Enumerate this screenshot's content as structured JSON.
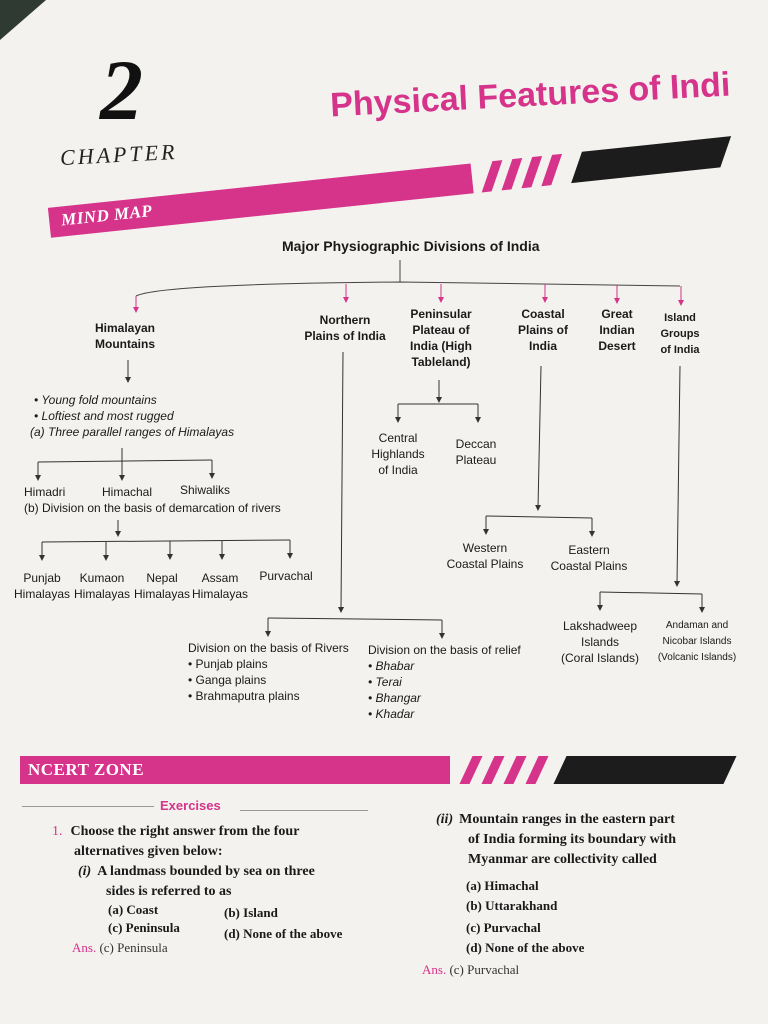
{
  "chapter": {
    "number": "2",
    "word": "CHAPTER",
    "title": "Physical Features of Indi"
  },
  "mind_map": {
    "label": "MIND MAP",
    "title": "Major Physiographic Divisions of India",
    "himalaya": {
      "heading_1": "Himalayan",
      "heading_2": "Mountains",
      "points": [
        "Young fold mountains",
        "Loftiest and most rugged"
      ],
      "ranges_caption": "(a) Three parallel ranges of Himalayas",
      "ranges": [
        "Himadri",
        "Himachal",
        "Shiwaliks"
      ],
      "division_caption": "(b) Division on the basis of demarcation of rivers",
      "divisions": [
        {
          "name": "Punjab",
          "sub": "Himalayas"
        },
        {
          "name": "Kumaon",
          "sub": "Himalayas"
        },
        {
          "name": "Nepal",
          "sub": "Himalayas"
        },
        {
          "name": "Assam",
          "sub": "Himalayas"
        },
        {
          "name": "Purvachal",
          "sub": ""
        }
      ]
    },
    "northern": {
      "heading_1": "Northern",
      "heading_2": "Plains of India",
      "rivers_caption": "Division on the basis of Rivers",
      "rivers": [
        "Punjab plains",
        "Ganga plains",
        "Brahmaputra plains"
      ],
      "relief_caption": "Division on the basis of relief",
      "relief": [
        "Bhabar",
        "Terai",
        "Bhangar",
        "Khadar"
      ]
    },
    "peninsular": {
      "lines": [
        "Peninsular",
        "Plateau of",
        "India (High",
        "Tableland)"
      ],
      "central": [
        "Central",
        "Highlands",
        "of India"
      ],
      "deccan": [
        "Deccan",
        "Plateau"
      ]
    },
    "coastal": {
      "lines": [
        "Coastal",
        "Plains of",
        "India"
      ],
      "western": [
        "Western",
        "Coastal Plains"
      ],
      "eastern": [
        "Eastern",
        "Coastal Plains"
      ]
    },
    "desert": {
      "lines": [
        "Great",
        "Indian",
        "Desert"
      ]
    },
    "islands": {
      "lines": [
        "Island",
        "Groups",
        "of India"
      ],
      "lakshadweep": [
        "Lakshadweep",
        "Islands",
        "(Coral Islands)"
      ],
      "andaman": [
        "Andaman and",
        "Nicobar Islands",
        "(Volcanic Islands)"
      ]
    }
  },
  "ncert": {
    "label": "NCERT ZONE",
    "exercises": "Exercises",
    "q1_num": "1.",
    "q1_line1": "Choose the right answer from the four",
    "q1_line2": "alternatives given below:",
    "qi_num": "(i)",
    "qi_line1": "A landmass bounded by sea on three",
    "qi_line2": "sides is referred to as",
    "qi_opts": [
      "(a)  Coast",
      "(b)  Island",
      "(c)  Peninsula",
      "(d)  None of the above"
    ],
    "qi_ans_tag": "Ans.",
    "qi_ans": "(c)  Peninsula",
    "qii_num": "(ii)",
    "qii_line1": "Mountain ranges in the eastern part",
    "qii_line2": "of India forming its boundary with",
    "qii_line3": "Myanmar are collectivity called",
    "qii_opts": [
      "(a)  Himachal",
      "(b)  Uttarakhand",
      "(c)  Purvachal",
      "(d)  None of the above"
    ],
    "qii_ans_tag": "Ans.",
    "qii_ans": "(c)  Purvachal"
  },
  "colors": {
    "accent": "#d6338a",
    "dark": "#1c1c1c",
    "paper": "#f3f2ee"
  }
}
